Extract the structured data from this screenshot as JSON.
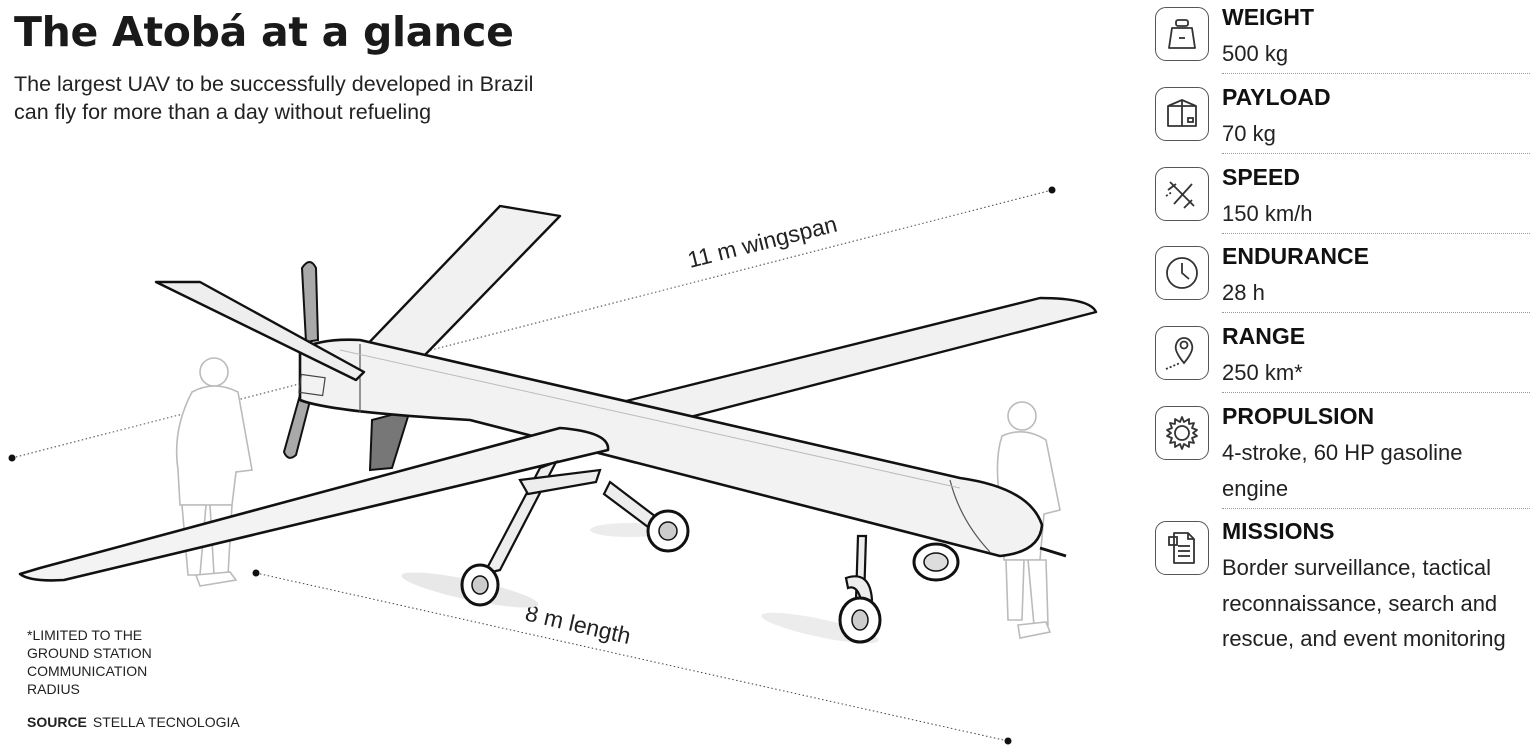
{
  "header": {
    "title": "The Atobá at a glance",
    "subtitle": "The largest UAV to be successfully developed in Brazil can fly for more than a day without refueling"
  },
  "dimensions": {
    "wingspan_label": "11 m wingspan",
    "length_label": "8 m length"
  },
  "notes": {
    "footnote": "*LIMITED TO THE GROUND STATION COMMUNICATION RADIUS",
    "source_label": "SOURCE",
    "source_value": "STELLA TECNOLOGIA"
  },
  "specs": [
    {
      "label": "WEIGHT",
      "value": "500 kg",
      "icon": "weight-icon"
    },
    {
      "label": "PAYLOAD",
      "value": "70 kg",
      "icon": "box-icon"
    },
    {
      "label": "SPEED",
      "value": "150 km/h",
      "icon": "plane-icon"
    },
    {
      "label": "ENDURANCE",
      "value": "28 h",
      "icon": "clock-icon"
    },
    {
      "label": "RANGE",
      "value": "250 km*",
      "icon": "location-pin-icon"
    },
    {
      "label": "PROPULSION",
      "value": "4-stroke, 60 HP gasoline engine",
      "icon": "gear-icon"
    },
    {
      "label": "MISSIONS",
      "value": "Border surveillance, tactical reconnaissance, search and rescue, and event monitoring",
      "icon": "document-icon"
    }
  ],
  "colors": {
    "line": "#1a1a1a",
    "fill": "#ececec",
    "accent_gray": "#9a9a9a"
  }
}
